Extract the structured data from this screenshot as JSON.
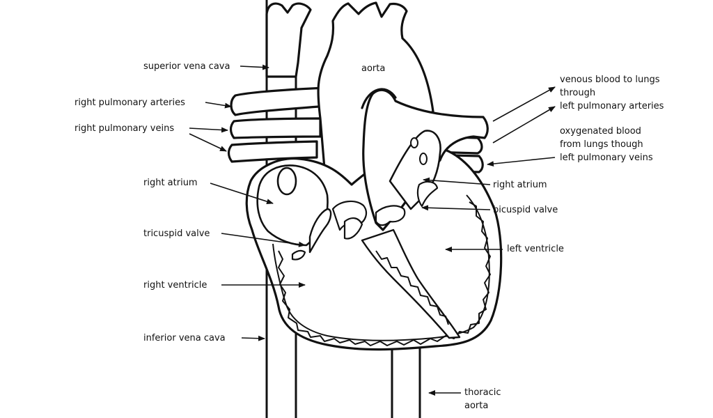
{
  "labels": {
    "superior_vena_cava": "superior vena cava",
    "aorta": "aorta",
    "right_pulmonary_arteries": "right pulmonary arteries",
    "right_pulmonary_veins": "right pulmonary veins",
    "venous_blood": [
      "venous blood to lungs",
      "through",
      "left pulmonary arteries"
    ],
    "oxygenated_blood": [
      "oxygenated blood",
      "from lungs though",
      "left pulmonary veins"
    ],
    "right_atrium_left": "right atrium",
    "right_atrium_right": "right atrium",
    "bicuspid_valve": "bicuspid valve",
    "tricuspid_valve": "tricuspid valve",
    "left_ventricle": "left ventricle",
    "right_ventricle": "right ventricle",
    "inferior_vena_cava": "inferior vena cava",
    "thoracic_aorta": [
      "thoracic",
      "aorta"
    ]
  },
  "colors": {
    "ink": "#111111",
    "background": "#ffffff"
  }
}
